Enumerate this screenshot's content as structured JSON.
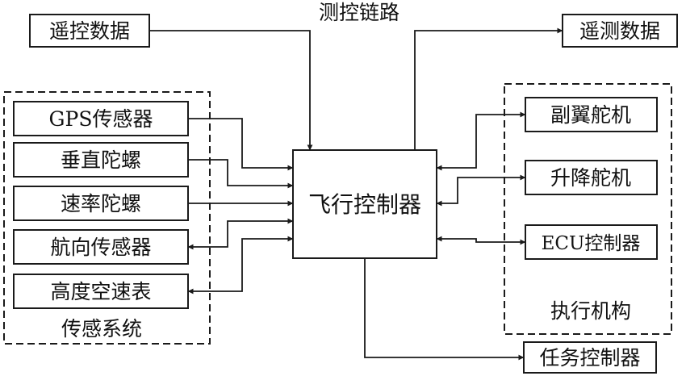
{
  "title": "测控链路",
  "top_left": {
    "label": "遥控数据"
  },
  "top_right": {
    "label": "遥测数据"
  },
  "controller": {
    "label": "飞行控制器"
  },
  "bottom": {
    "label": "任务控制器"
  },
  "sensors": {
    "title": "传感系统",
    "items": [
      {
        "label": "GPS传感器",
        "direction": "input"
      },
      {
        "label": "垂直陀螺",
        "direction": "input"
      },
      {
        "label": "速率陀螺",
        "direction": "input"
      },
      {
        "label": "航向传感器",
        "direction": "bidirectional"
      },
      {
        "label": "高度空速表",
        "direction": "bidirectional"
      }
    ]
  },
  "actuators": {
    "title": "执行机构",
    "items": [
      {
        "label": "副翼舵机",
        "direction": "bidirectional"
      },
      {
        "label": "升降舵机",
        "direction": "bidirectional"
      },
      {
        "label": "ECU控制器",
        "direction": "bidirectional"
      }
    ]
  }
}
